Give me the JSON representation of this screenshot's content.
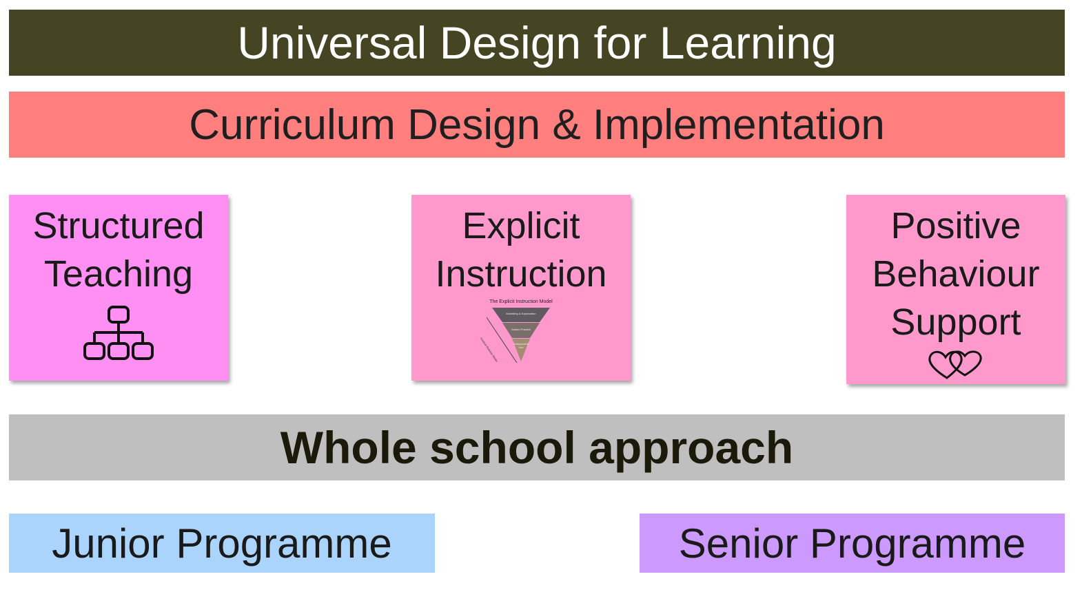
{
  "colors": {
    "udl_bg": "#454423",
    "udl_text": "#ffffff",
    "curriculum_bg": "#ff7f7f",
    "curriculum_text": "#1f1f1f",
    "structured_bg": "#ff8ff3",
    "explicit_bg": "#ff99cc",
    "pbs_bg": "#ff99cc",
    "whole_school_bg": "#bfbfbf",
    "whole_school_text": "#1a1a0a",
    "junior_bg": "#aad4fc",
    "senior_bg": "#cc99ff"
  },
  "header": {
    "title": "Universal Design for Learning",
    "subtitle": "Curriculum Design & Implementation"
  },
  "pillars": {
    "structured": {
      "title": "Structured\nTeaching",
      "icon": "org-chart-icon"
    },
    "explicit": {
      "title": "Explicit\nInstruction",
      "icon": "explicit-instruction-model-triangle",
      "model": {
        "title": "The Explicit Instruction Model",
        "layers": [
          "Modelling & Explanation",
          "Guided Practice",
          "Independent\nUse"
        ],
        "side_label": "Gradual Release Model"
      }
    },
    "pbs": {
      "title": "Positive\nBehaviour\nSupport",
      "icon": "hearts-icon"
    }
  },
  "foundation": {
    "title": "Whole school approach"
  },
  "programmes": {
    "junior": "Junior Programme",
    "senior": "Senior Programme"
  }
}
